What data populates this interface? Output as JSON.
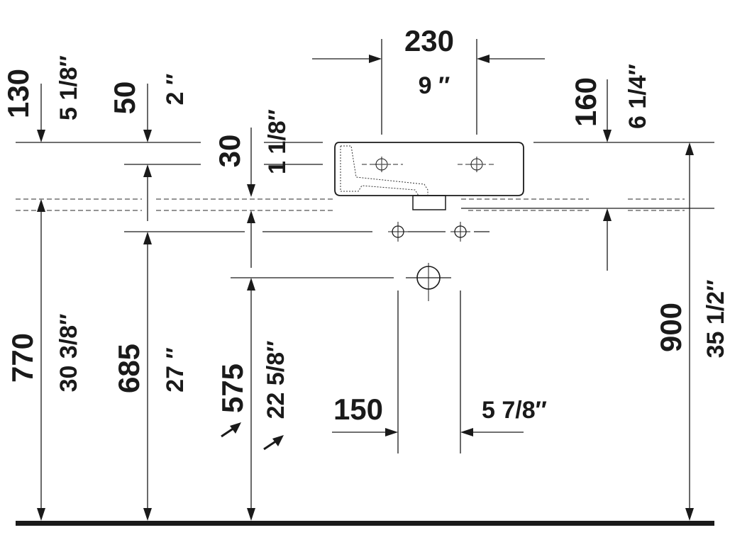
{
  "dimensions": {
    "tap_spacing_mm": "230",
    "tap_spacing_in": "9 ″",
    "top_left_mm": "130",
    "top_left_in": "5 1/8″",
    "top_mid_mm": "50",
    "top_mid_in": "2 ″",
    "rim_mm": "30",
    "rim_in": "1 1/8″",
    "right_top_mm": "160",
    "right_top_in": "6 1/4″",
    "height_770_mm": "770",
    "height_770_in": "30 3/8″",
    "height_685_mm": "685",
    "height_685_in": "27 ″",
    "height_575_mm": "575",
    "height_575_in": "22 5/8″",
    "total_height_mm": "900",
    "total_height_in": "35 1/2″",
    "waste_spacing_mm": "150",
    "waste_spacing_in": "5 7/8″"
  }
}
